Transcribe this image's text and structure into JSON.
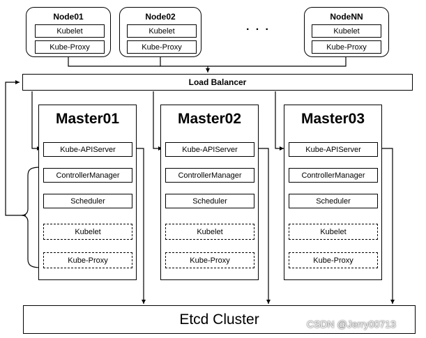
{
  "nodes": [
    {
      "title": "Node01",
      "kubelet": "Kubelet",
      "proxy": "Kube-Proxy"
    },
    {
      "title": "Node02",
      "kubelet": "Kubelet",
      "proxy": "Kube-Proxy"
    },
    {
      "title": "NodeNN",
      "kubelet": "Kubelet",
      "proxy": "Kube-Proxy"
    }
  ],
  "ellipsis": "· · ·",
  "load_balancer": "Load Balancer",
  "masters": [
    {
      "title": "Master01",
      "apiserver": "Kube-APIServer",
      "controller": "ControllerManager",
      "scheduler": "Scheduler",
      "kubelet": "Kubelet",
      "proxy": "Kube-Proxy"
    },
    {
      "title": "Master02",
      "apiserver": "Kube-APIServer",
      "controller": "ControllerManager",
      "scheduler": "Scheduler",
      "kubelet": "Kubelet",
      "proxy": "Kube-Proxy"
    },
    {
      "title": "Master03",
      "apiserver": "Kube-APIServer",
      "controller": "ControllerManager",
      "scheduler": "Scheduler",
      "kubelet": "Kubelet",
      "proxy": "Kube-Proxy"
    }
  ],
  "etcd": "Etcd Cluster",
  "watermark": "CSDN @Jerry00713"
}
